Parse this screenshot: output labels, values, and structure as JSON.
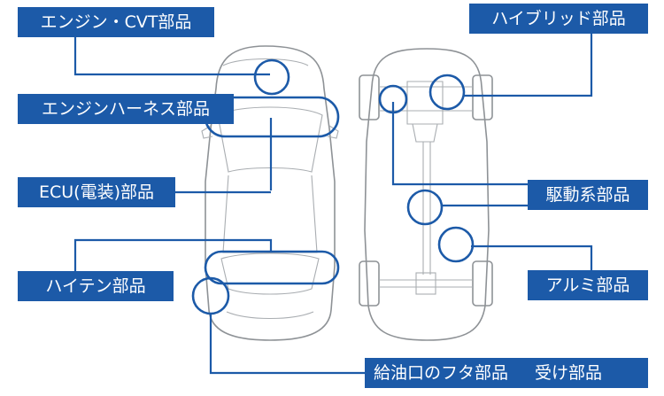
{
  "labels": {
    "engine_cvt": "エンジン・CVT部品",
    "engine_harness": "エンジンハーネス部品",
    "ecu": "ECU(電装)部品",
    "high_tensile": "ハイテン部品",
    "hybrid": "ハイブリッド部品",
    "drivetrain": "駆動系部品",
    "aluminum": "アルミ部品",
    "fuel_cap": "給油口のフタ部品",
    "receiver": "受け部品"
  },
  "colors": {
    "accent": "#1c5aa8",
    "label_text": "#ffffff",
    "car_line": "#8e9296",
    "background": "#ffffff"
  }
}
